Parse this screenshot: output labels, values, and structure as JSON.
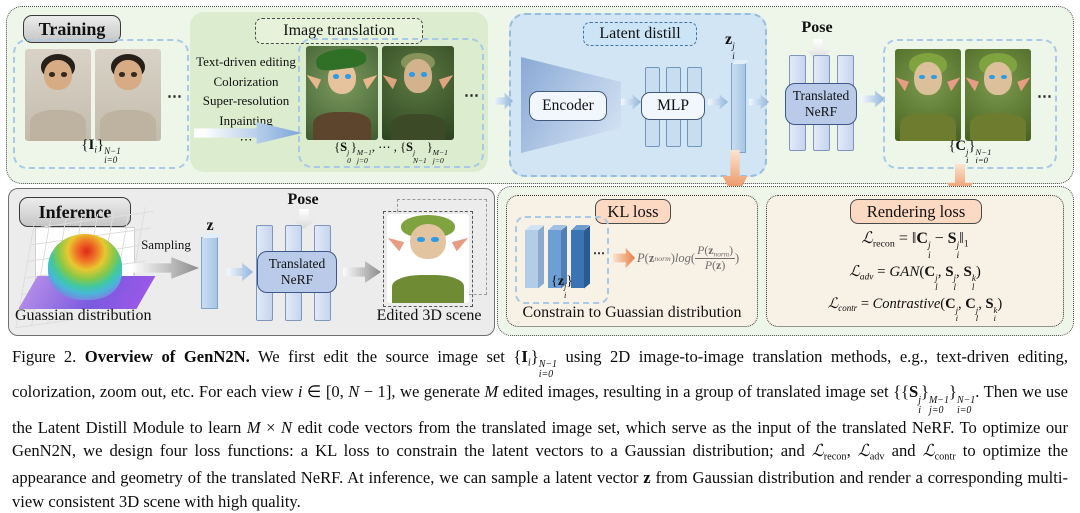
{
  "figure": {
    "training_label": "Training",
    "inference_label": "Inference",
    "image_translation_label": "Image translation",
    "latent_distill_label": "Latent distill",
    "kl_loss_label": "KL loss",
    "rendering_loss_label": "Rendering loss",
    "encoder_label": "Encoder",
    "mlp_label": "MLP",
    "translated_nerf_line1": "Translated",
    "translated_nerf_line2": "NeRF",
    "pose_label": "Pose",
    "sampling_label": "Sampling",
    "gaussian_label": "Guassian distribution",
    "edited_scene_label": "Edited 3D scene",
    "constrain_label": "Constrain to Guassian distribution",
    "dots": "⋯",
    "edit_methods": [
      "Text-driven editing",
      "Colorization",
      "Super-resolution",
      "Inpainting",
      "⋯"
    ],
    "math": {
      "source_set": [
        {
          "t": "{"
        },
        {
          "t": "I",
          "b": 1
        },
        {
          "t": "i",
          "sub": 1,
          "i": 1
        },
        {
          "t": "}"
        },
        {
          "stack": {
            "sup": "N−1",
            "sub": "i=0"
          }
        }
      ],
      "edited_set": [
        {
          "t": "{"
        },
        {
          "t": "S",
          "b": 1
        },
        {
          "stack": {
            "sup": "j",
            "sub": "0"
          }
        },
        {
          "t": "}"
        },
        {
          "stack": {
            "sup": "M−1",
            "sub": "j=0"
          }
        },
        {
          "t": ", ⋯ , {"
        },
        {
          "t": "S",
          "b": 1
        },
        {
          "stack": {
            "sup": "j",
            "sub": "N−1"
          }
        },
        {
          "t": "}"
        },
        {
          "stack": {
            "sup": "M−1",
            "sub": "j=0"
          }
        }
      ],
      "output_set": [
        {
          "t": "{"
        },
        {
          "t": "C",
          "b": 1
        },
        {
          "stack": {
            "sup": "j",
            "sub": "i"
          }
        },
        {
          "t": "}"
        },
        {
          "stack": {
            "sup": "N−1",
            "sub": "i=0"
          }
        }
      ],
      "z_code": [
        {
          "t": "z",
          "b": 1
        },
        {
          "stack": {
            "sup": "j",
            "sub": "i"
          }
        }
      ],
      "z_set": [
        {
          "t": "{"
        },
        {
          "t": "z",
          "b": 1
        },
        {
          "stack": {
            "sup": "j",
            "sub": "i"
          }
        },
        {
          "t": "}"
        }
      ],
      "z_vector": [
        {
          "t": "z",
          "b": 1
        }
      ],
      "kl_formula": [
        {
          "t": "P",
          "i": 1
        },
        {
          "t": "("
        },
        {
          "t": "z",
          "b": 1
        },
        {
          "t": "norm",
          "sub": 1,
          "i": 1
        },
        {
          "t": ")"
        },
        {
          "t": "log",
          "i": 1
        },
        {
          "t": "("
        },
        {
          "frac": {
            "num": [
              {
                "t": "P",
                "i": 1
              },
              {
                "t": "("
              },
              {
                "t": "z",
                "b": 1
              },
              {
                "t": "norm",
                "sub": 1,
                "i": 1
              },
              {
                "t": ")"
              }
            ],
            "den": [
              {
                "t": "P",
                "i": 1
              },
              {
                "t": "("
              },
              {
                "t": "z",
                "b": 1
              },
              {
                "t": ")"
              }
            ]
          }
        },
        {
          "t": ")"
        }
      ],
      "loss_recon": [
        {
          "t": "ℒ",
          "i": 1
        },
        {
          "t": "recon",
          "sub": 1
        },
        {
          "t": " = "
        },
        {
          "t": "‖"
        },
        {
          "t": "C",
          "b": 1
        },
        {
          "stack": {
            "sup": "j",
            "sub": "i"
          }
        },
        {
          "t": " − "
        },
        {
          "t": "S",
          "b": 1
        },
        {
          "stack": {
            "sup": "j",
            "sub": "i"
          }
        },
        {
          "t": "‖"
        },
        {
          "t": "1",
          "sub": 1
        }
      ],
      "loss_adv": [
        {
          "t": "ℒ",
          "i": 1
        },
        {
          "t": "adv",
          "sub": 1,
          "i": 1
        },
        {
          "t": " = "
        },
        {
          "t": "GAN",
          "i": 1
        },
        {
          "t": "("
        },
        {
          "t": "C",
          "b": 1
        },
        {
          "stack": {
            "sup": "j",
            "sub": "l"
          }
        },
        {
          "t": ", "
        },
        {
          "t": "S",
          "b": 1
        },
        {
          "stack": {
            "sup": "j",
            "sub": "l"
          }
        },
        {
          "t": ", "
        },
        {
          "t": "S",
          "b": 1
        },
        {
          "stack": {
            "sup": "k",
            "sub": "l"
          }
        },
        {
          "t": ")"
        }
      ],
      "loss_contr": [
        {
          "t": "ℒ",
          "i": 1
        },
        {
          "t": "contr",
          "sub": 1,
          "i": 1
        },
        {
          "t": " = "
        },
        {
          "t": "Contrastive",
          "i": 1
        },
        {
          "t": "("
        },
        {
          "t": "C",
          "b": 1
        },
        {
          "stack": {
            "sup": "j",
            "sub": "i"
          }
        },
        {
          "t": ", "
        },
        {
          "t": "C",
          "b": 1
        },
        {
          "stack": {
            "sup": "j",
            "sub": "l"
          }
        },
        {
          "t": ", "
        },
        {
          "t": "S",
          "b": 1
        },
        {
          "stack": {
            "sup": "k",
            "sub": "i"
          }
        },
        {
          "t": ")"
        }
      ]
    }
  },
  "colors": {
    "training_bg": "#eef6e9",
    "image_translation_bg": "#dbeccf",
    "latent_distill_bg": "#d2e5f4",
    "loss_box_bg": "#f8f1e5",
    "loss_label_bg": "#fbd9c2",
    "section_label_bg": "#d9d9d9",
    "dashed_set_border": "#a8c9e8",
    "latent_bar_dark": "#3a74b4",
    "orange_arrow": "#e8834e",
    "inference_bg": "#ececec"
  },
  "caption": {
    "segments": [
      {
        "t": "Figure 2.  "
      },
      {
        "t": "Overview of GenN2N.",
        "b": 1
      },
      {
        "t": "  We first edit the source image set "
      },
      {
        "t": "{"
      },
      {
        "t": "I",
        "b": 1
      },
      {
        "t": "i",
        "sub": 1,
        "i": 1
      },
      {
        "t": "}"
      },
      {
        "stack": {
          "sup": "N−1",
          "sub": "i=0"
        }
      },
      {
        "t": " using 2D image-to-image translation methods, e.g., text-driven editing, colorization, zoom out, etc. For each view "
      },
      {
        "t": "i",
        "i": 1
      },
      {
        "t": " ∈ [0, "
      },
      {
        "t": "N",
        "i": 1
      },
      {
        "t": " − 1], we generate "
      },
      {
        "t": "M",
        "i": 1
      },
      {
        "t": " edited images, resulting in a group of translated image set "
      },
      {
        "t": "{{"
      },
      {
        "t": "S",
        "b": 1
      },
      {
        "stack": {
          "sup": "j",
          "sub": "i"
        }
      },
      {
        "t": "}"
      },
      {
        "stack": {
          "sup": "M−1",
          "sub": "j=0"
        }
      },
      {
        "t": "}"
      },
      {
        "stack": {
          "sup": "N−1",
          "sub": "i=0"
        }
      },
      {
        "t": ". Then we use the Latent Distill Module to learn "
      },
      {
        "t": "M",
        "i": 1
      },
      {
        "t": " × "
      },
      {
        "t": "N",
        "i": 1
      },
      {
        "t": " edit code vectors from the translated image set, which serve as the input of the translated NeRF. To optimize our GenN2N, we design four loss functions: a KL loss to constrain the latent vectors to a Gaussian distribution; and "
      },
      {
        "t": "ℒ",
        "i": 1
      },
      {
        "t": "recon",
        "sub": 1
      },
      {
        "t": ", "
      },
      {
        "t": "ℒ",
        "i": 1
      },
      {
        "t": "adv",
        "sub": 1
      },
      {
        "t": " and "
      },
      {
        "t": "ℒ",
        "i": 1
      },
      {
        "t": "contr",
        "sub": 1
      },
      {
        "t": " to optimize the appearance and geometry of the translated NeRF. At inference, we can sample a latent vector "
      },
      {
        "t": "z",
        "b": 1
      },
      {
        "t": " from Gaussian distribution and render a corresponding multi-view consistent 3D scene with high quality."
      }
    ]
  }
}
